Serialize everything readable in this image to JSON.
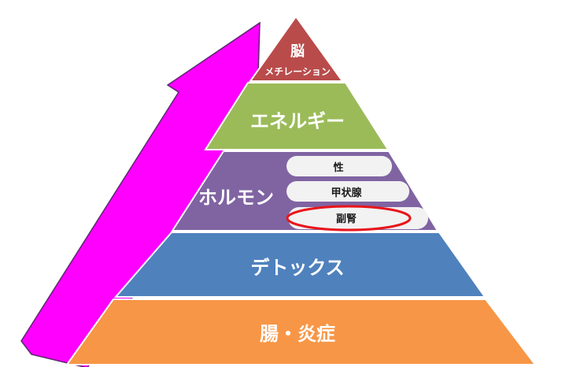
{
  "arrow": {
    "color": "#ff00ff",
    "stroke": "#5a2a6e"
  },
  "layers": [
    {
      "id": "brain",
      "label": "脳",
      "sublabel": "メチレーション",
      "color": "#b94b4b"
    },
    {
      "id": "energy",
      "label": "エネルギー",
      "color": "#9bbb59"
    },
    {
      "id": "hormone",
      "label": "ホルモン",
      "color": "#8064a2",
      "pills": [
        {
          "label": "性",
          "highlighted": false
        },
        {
          "label": "甲状腺",
          "highlighted": false
        },
        {
          "label": "副腎",
          "highlighted": true
        }
      ]
    },
    {
      "id": "detox",
      "label": "デトックス",
      "color": "#4f81bd"
    },
    {
      "id": "gut",
      "label": "腸・炎症",
      "color": "#f79646"
    }
  ],
  "highlight_color": "#e8151b"
}
